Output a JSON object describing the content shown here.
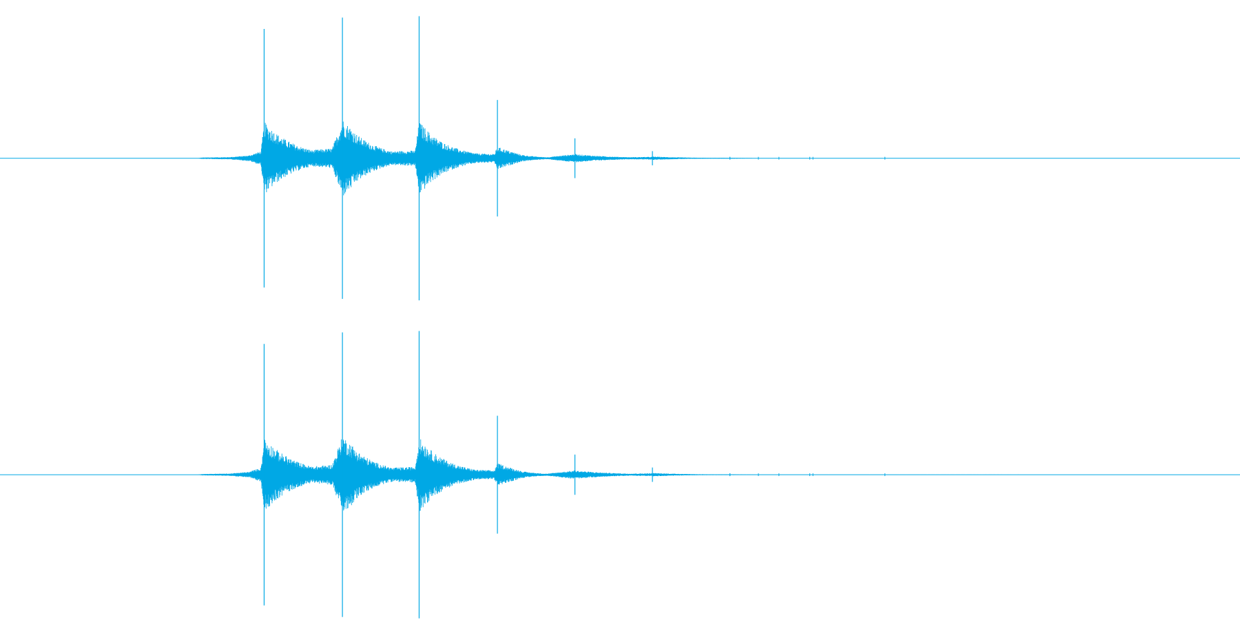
{
  "chart_data": {
    "type": "waveform",
    "title": "",
    "xlabel": "",
    "ylabel": "",
    "grid": false,
    "legend": "none",
    "color": "#00a8e5",
    "background": "#ffffff",
    "channel_count": 2,
    "x_range": [
      0,
      1568
    ],
    "y_range": [
      -1,
      1
    ],
    "channels": [
      {
        "id": "channel-1"
      },
      {
        "id": "channel-2"
      }
    ],
    "transients": [
      {
        "t": 334,
        "peak_up": 0.91,
        "peak_down": 0.91,
        "tail": 0.26,
        "decay": 40
      },
      {
        "t": 433,
        "peak_up": 0.99,
        "peak_down": 0.99,
        "tail": 0.28,
        "decay": 36
      },
      {
        "t": 530,
        "peak_up": 1.0,
        "peak_down": 1.0,
        "tail": 0.26,
        "decay": 36
      },
      {
        "t": 629,
        "peak_up": 0.41,
        "peak_down": 0.41,
        "tail": 0.08,
        "decay": 26
      },
      {
        "t": 727,
        "peak_up": 0.14,
        "peak_down": 0.14,
        "tail": 0.03,
        "decay": 50
      },
      {
        "t": 825,
        "peak_up": 0.05,
        "peak_down": 0.05,
        "tail": 0.012,
        "decay": 50
      },
      {
        "t": 923,
        "peak_up": 0.01,
        "peak_down": 0.01,
        "tail": 0.003,
        "decay": 10
      }
    ],
    "envelope": [
      [
        0,
        0.0
      ],
      [
        250,
        0.0
      ],
      [
        255,
        0.005
      ],
      [
        290,
        0.008
      ],
      [
        315,
        0.02
      ],
      [
        330,
        0.05
      ],
      [
        334,
        0.25
      ],
      [
        345,
        0.2
      ],
      [
        360,
        0.09
      ],
      [
        372,
        0.045
      ],
      [
        400,
        0.06
      ],
      [
        420,
        0.07
      ],
      [
        433,
        0.27
      ],
      [
        445,
        0.21
      ],
      [
        460,
        0.1
      ],
      [
        475,
        0.04
      ],
      [
        500,
        0.05
      ],
      [
        525,
        0.055
      ],
      [
        530,
        0.26
      ],
      [
        545,
        0.17
      ],
      [
        560,
        0.08
      ],
      [
        572,
        0.03
      ],
      [
        600,
        0.035
      ],
      [
        625,
        0.03
      ],
      [
        629,
        0.08
      ],
      [
        645,
        0.05
      ],
      [
        665,
        0.015
      ],
      [
        690,
        0.006
      ],
      [
        727,
        0.03
      ],
      [
        740,
        0.012
      ],
      [
        780,
        0.006
      ],
      [
        825,
        0.01
      ],
      [
        850,
        0.005
      ],
      [
        880,
        0.003
      ],
      [
        923,
        0.003
      ],
      [
        960,
        0.001
      ],
      [
        1030,
        0.001
      ],
      [
        1120,
        0.001
      ],
      [
        1568,
        0.0
      ]
    ],
    "sparse_ticks": [
      959,
      985,
      1024,
      1028,
      1119
    ]
  }
}
